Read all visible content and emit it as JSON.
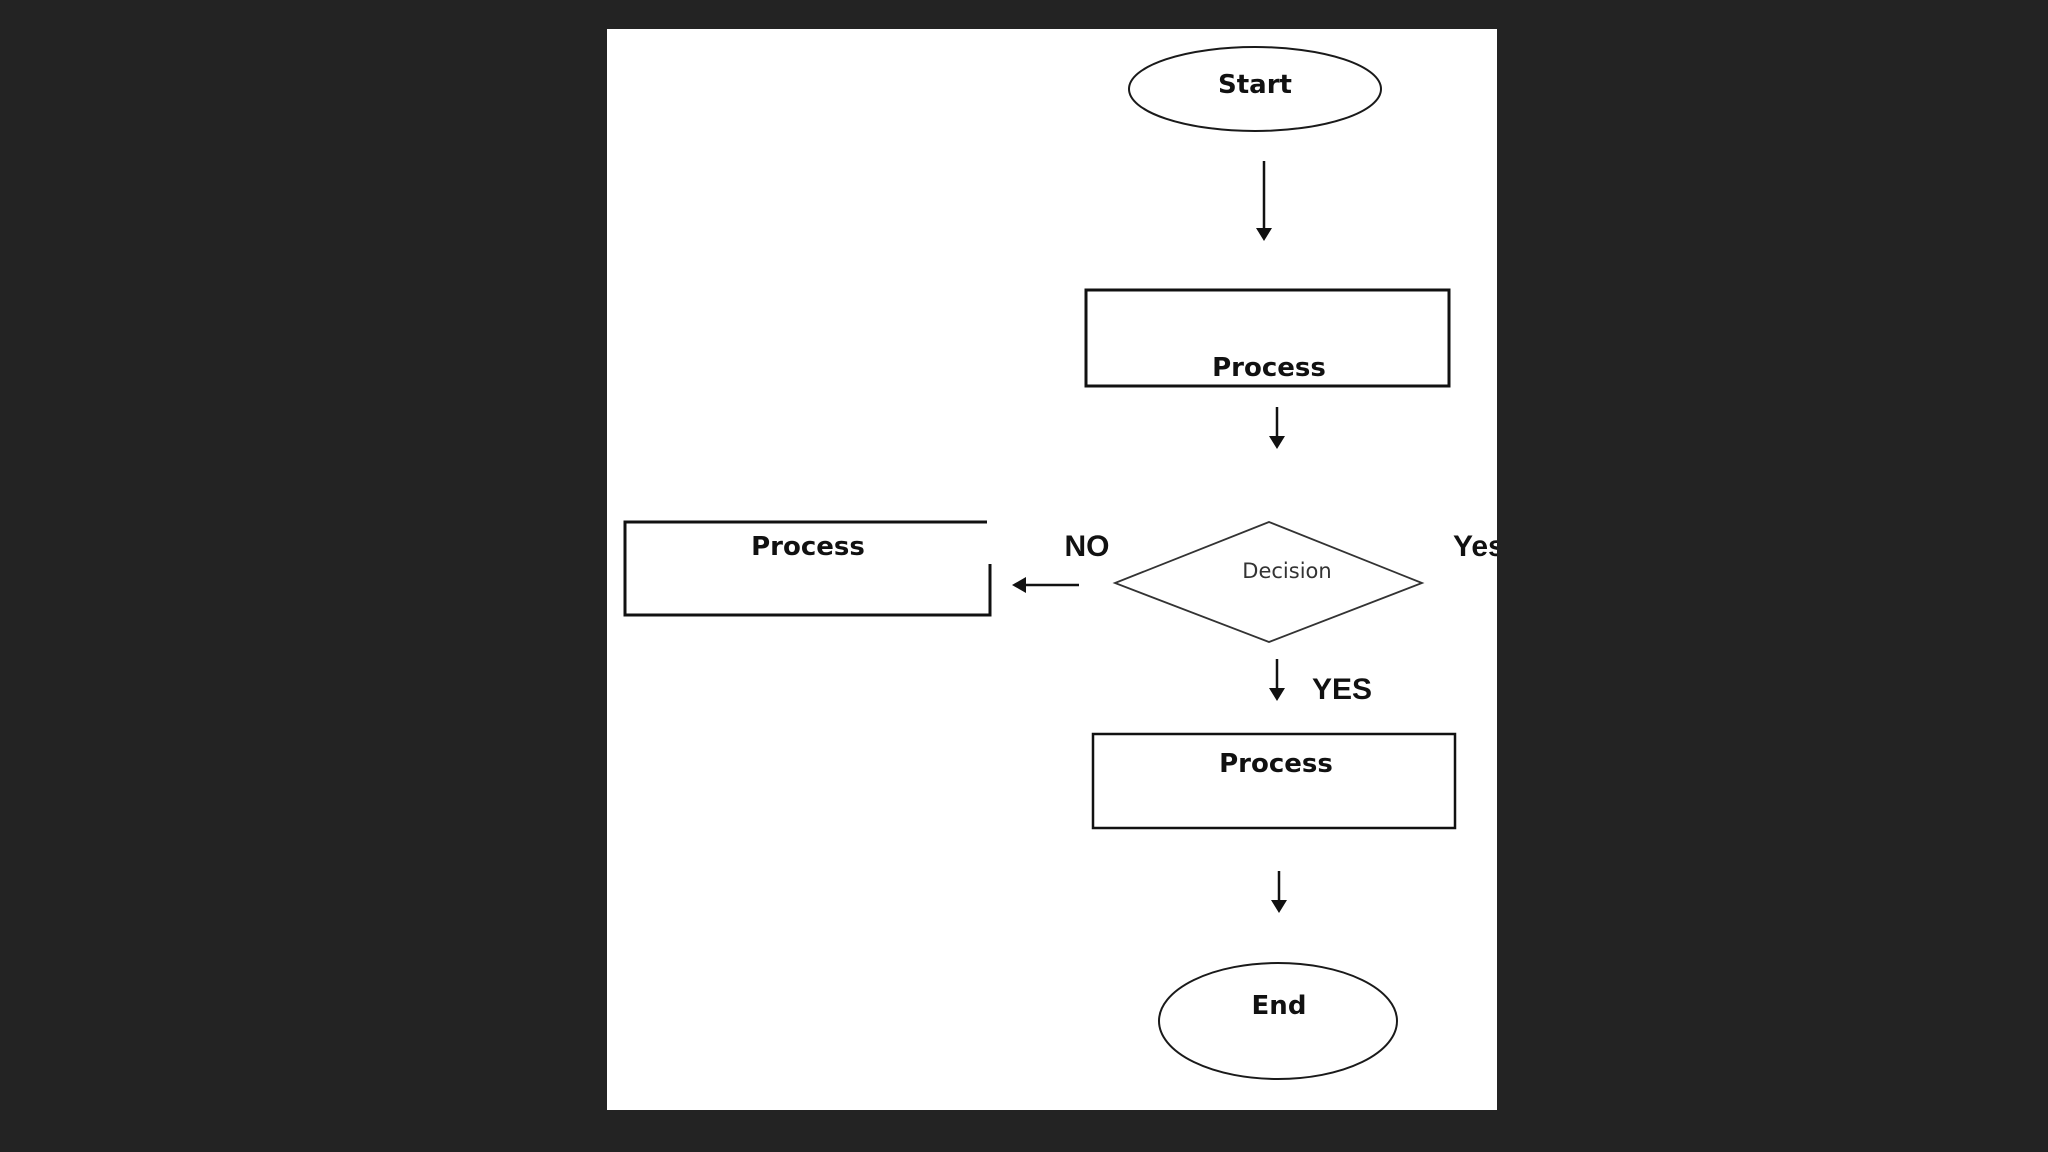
{
  "diagram": {
    "nodes": {
      "start": "Start",
      "process1": "Process",
      "decision": "Decision",
      "process_no": "Process",
      "process_yes": "Process",
      "end": "End"
    },
    "edges": {
      "no_label": "NO",
      "yes_right_label": "Yes",
      "yes_down_label": "YES"
    }
  }
}
